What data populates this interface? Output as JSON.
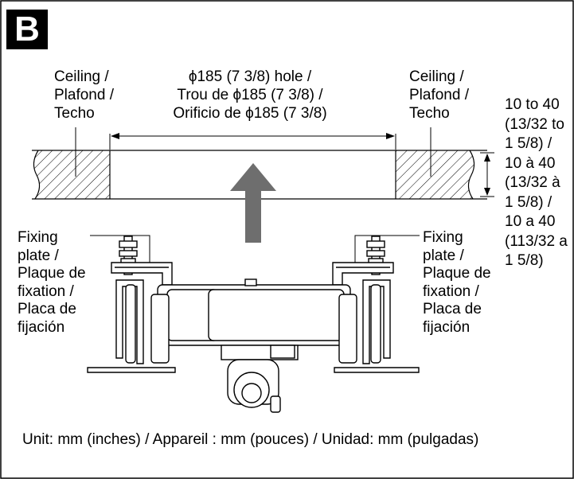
{
  "badge": "B",
  "ceiling_label": [
    "Ceiling /",
    "Plafond /",
    "Techo"
  ],
  "hole_label": {
    "line1": "ϕ185 (7 3/8) hole /",
    "line2": "Trou de ϕ185 (7 3/8) /",
    "line3": "Orificio de ϕ185 (7 3/8)"
  },
  "thickness_label": {
    "line1": "10 to 40",
    "line2": "(13/32 to",
    "line3": "1 5/8) /",
    "line4": "10 à 40",
    "line5": "(13/32 à",
    "line6": "1 5/8) /",
    "line7": "10 a 40",
    "line8": "(113/32 a",
    "line9": "1 5/8)"
  },
  "fixing_plate_label": [
    "Fixing",
    "plate /",
    "Plaque de",
    "fixation /",
    "Placa de",
    "fijación"
  ],
  "unit_note": "Unit: mm (inches) / Appareil : mm (pouces) / Unidad: mm (pulgadas)",
  "colors": {
    "arrow": "#6e6e6e",
    "line": "#000000",
    "fill": "#ffffff"
  }
}
